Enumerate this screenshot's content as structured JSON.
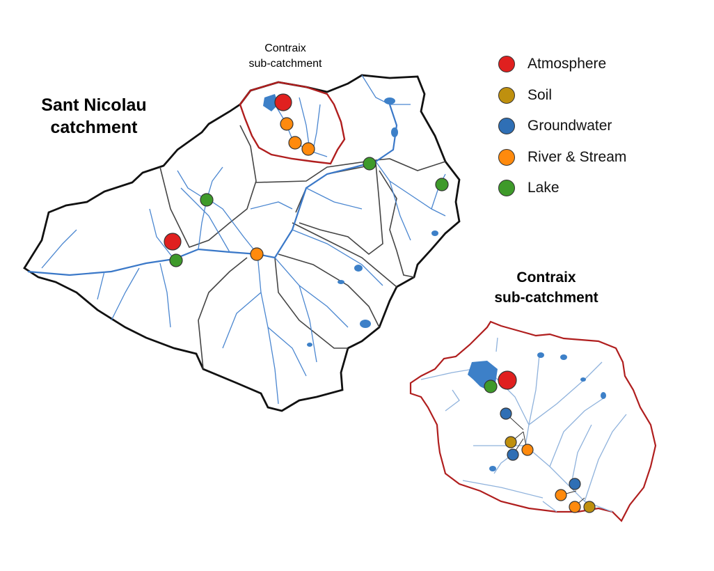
{
  "labels": {
    "main_catchment_line1": "Sant Nicolau",
    "main_catchment_line2": "catchment",
    "contraix_small_line1": "Contraix",
    "contraix_small_line2": "sub-catchment",
    "contraix_inset_line1": "Contraix",
    "contraix_inset_line2": "sub-catchment"
  },
  "legend": [
    {
      "type": "atmosphere",
      "label": "Atmosphere",
      "color": "#e0201f"
    },
    {
      "type": "soil",
      "label": "Soil",
      "color": "#bf900e"
    },
    {
      "type": "groundwater",
      "label": "Groundwater",
      "color": "#2f6fb5"
    },
    {
      "type": "river",
      "label": "River & Stream",
      "color": "#ff8a0d"
    },
    {
      "type": "lake",
      "label": "Lake",
      "color": "#3e9a2a"
    }
  ],
  "colors": {
    "catchment_outline": "#111111",
    "subcatchment_outline": "#b01e1e",
    "river": "#4a86d0"
  }
}
